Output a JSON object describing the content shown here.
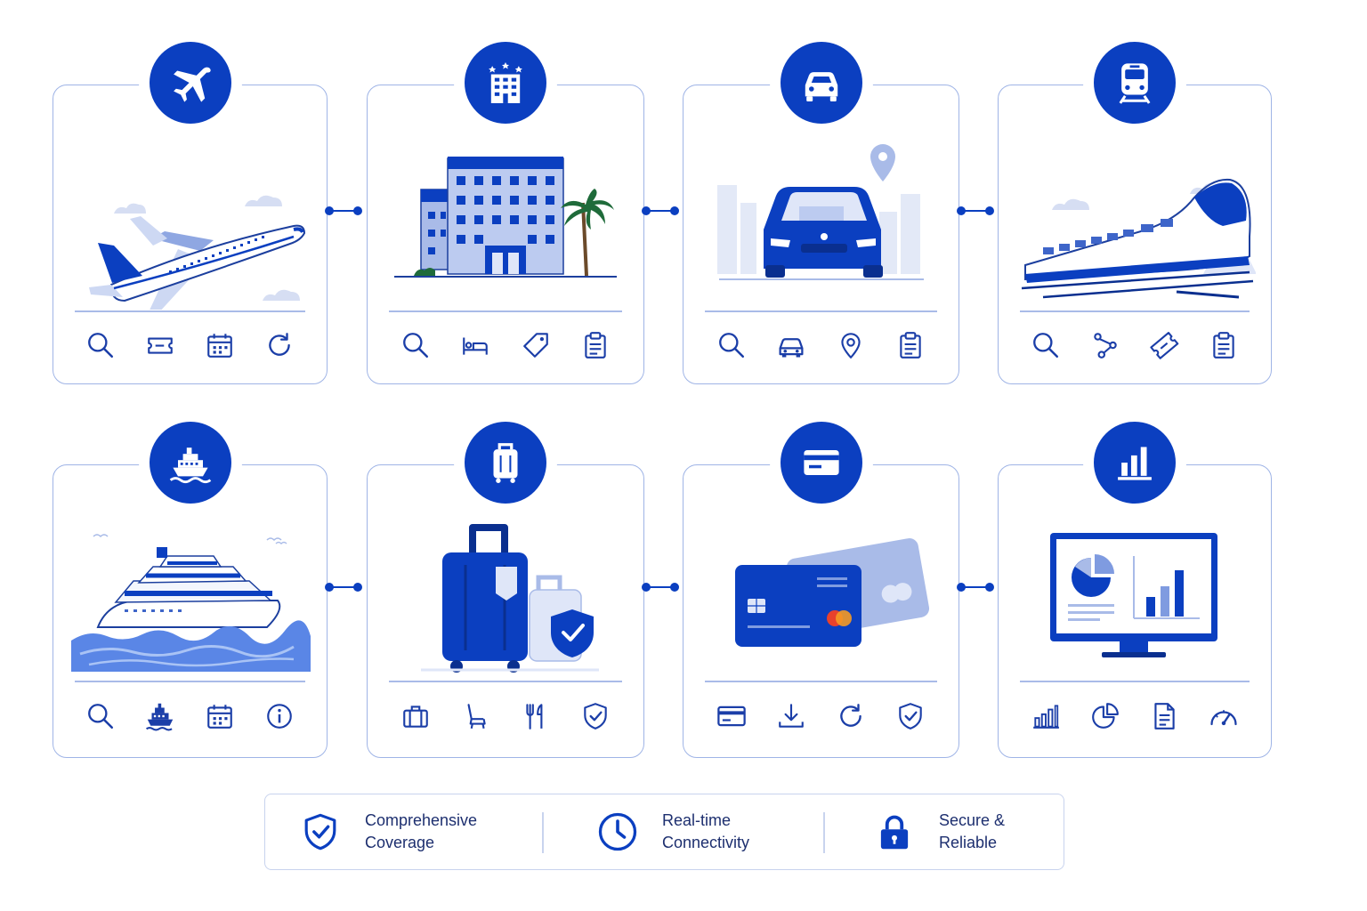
{
  "cards": [
    {
      "badge_icon": "airplane-icon",
      "illustration": "airplane-illustration",
      "tools": [
        "search-icon",
        "ticket-icon",
        "calendar-icon",
        "refresh-icon"
      ]
    },
    {
      "badge_icon": "hotel-icon",
      "illustration": "hotel-illustration",
      "tools": [
        "search-icon",
        "bed-icon",
        "tag-icon",
        "clipboard-icon"
      ]
    },
    {
      "badge_icon": "car-icon",
      "illustration": "car-illustration",
      "tools": [
        "search-icon",
        "car-icon",
        "location-pin-icon",
        "clipboard-icon"
      ]
    },
    {
      "badge_icon": "train-icon",
      "illustration": "train-illustration",
      "tools": [
        "search-icon",
        "route-icon",
        "ticket-icon",
        "clipboard-icon"
      ]
    },
    {
      "badge_icon": "cruise-ship-icon",
      "illustration": "cruise-ship-illustration",
      "tools": [
        "search-icon",
        "ship-icon",
        "calendar-icon",
        "info-icon"
      ]
    },
    {
      "badge_icon": "luggage-icon",
      "illustration": "luggage-illustration",
      "tools": [
        "briefcase-icon",
        "seat-icon",
        "fork-knife-icon",
        "shield-check-icon"
      ]
    },
    {
      "badge_icon": "credit-card-icon",
      "illustration": "credit-card-illustration",
      "tools": [
        "card-icon",
        "download-icon",
        "refresh-icon",
        "shield-check-icon"
      ]
    },
    {
      "badge_icon": "bar-chart-icon",
      "illustration": "analytics-monitor-illustration",
      "tools": [
        "bar-chart-icon",
        "pie-chart-icon",
        "document-icon",
        "gauge-icon"
      ]
    }
  ],
  "features": [
    {
      "icon": "shield-check-icon",
      "line1": "Comprehensive",
      "line2": "Coverage"
    },
    {
      "icon": "clock-icon",
      "line1": "Real-time",
      "line2": "Connectivity"
    },
    {
      "icon": "lock-icon",
      "line1": "Secure &",
      "line2": "Reliable"
    }
  ],
  "colors": {
    "primary": "#0b3fc0",
    "dark": "#0a2f8f",
    "light": "#a9bbe8",
    "pale": "#dfe6f8",
    "accent_red": "#e8412d",
    "accent_orange": "#f59a23",
    "palm_green": "#1f6b3a"
  }
}
